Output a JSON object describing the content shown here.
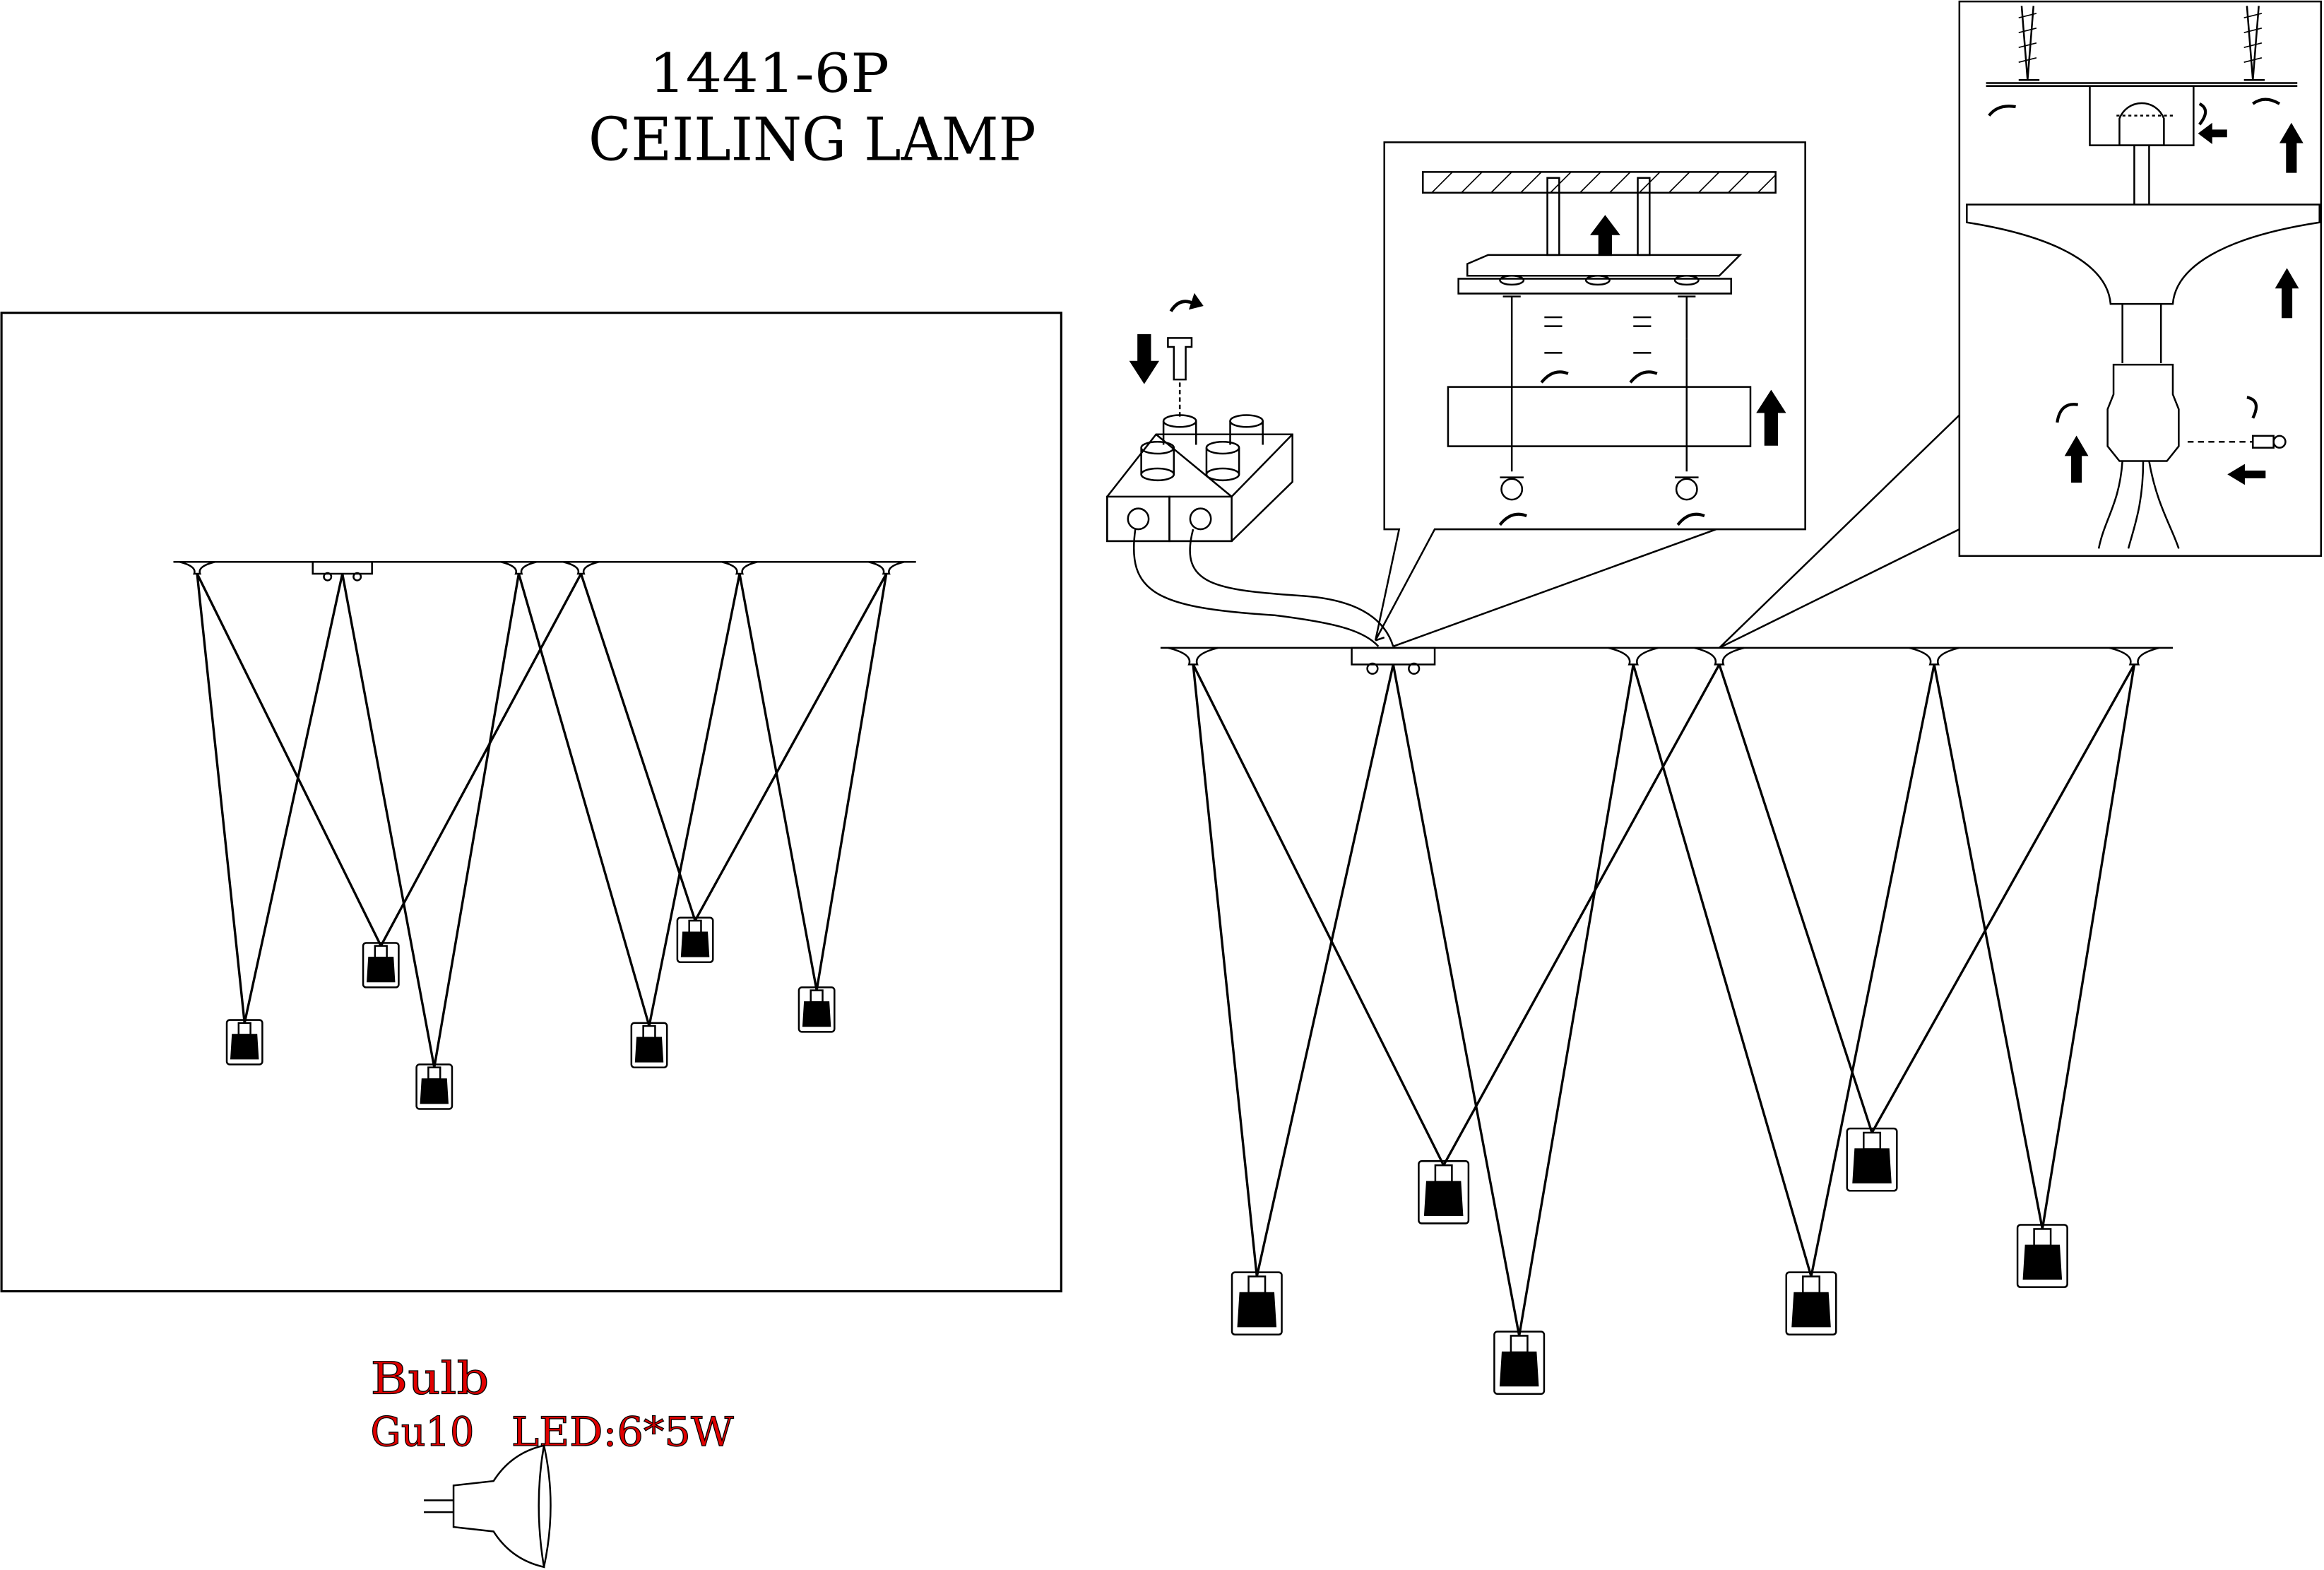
{
  "title": {
    "model": "1441-6P",
    "name": "CEILING LAMP"
  },
  "bulb": {
    "heading": "Bulb",
    "spec_type": "Gu10",
    "spec_power": "LED:6*5W",
    "text_color": "#e00000"
  },
  "lamp_count": 6
}
